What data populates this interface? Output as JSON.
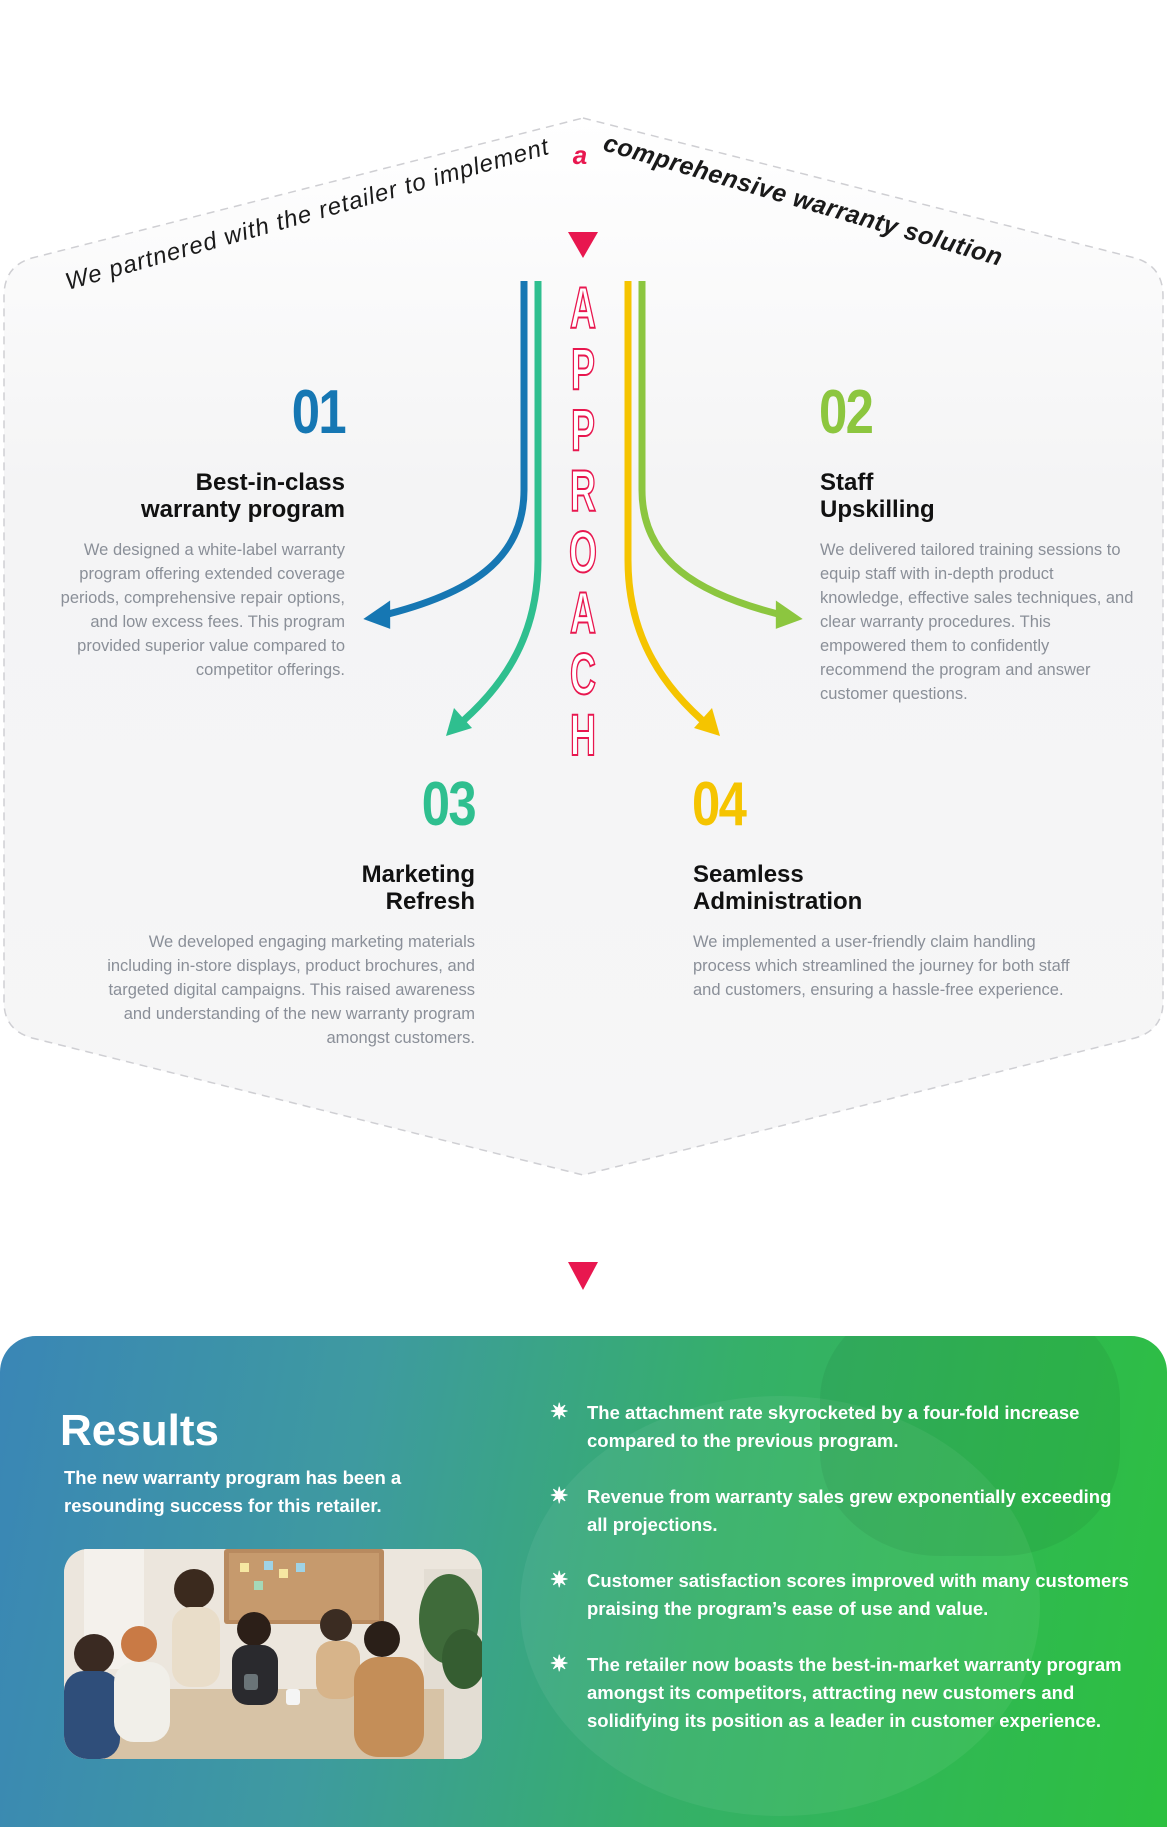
{
  "header": {
    "curved_text_left": "We partnered with the retailer to implement",
    "curved_text_accent": "a",
    "curved_text_right": "comprehensive warranty solution",
    "center_word": "APPROACH"
  },
  "steps": [
    {
      "number": "01",
      "title": "Best-in-class\nwarranty program",
      "description": "We designed a white-label warranty program offering extended coverage periods, comprehensive repair options, and low excess fees. This program provided superior value compared to competitor offerings.",
      "color": "#1677b3"
    },
    {
      "number": "02",
      "title": "Staff\nUpskilling",
      "description": "We delivered tailored training sessions to equip staff with in-depth product knowledge, effective sales techniques, and clear warranty procedures. This empowered them to confidently recommend the program and answer customer questions.",
      "color": "#8cc63f"
    },
    {
      "number": "03",
      "title": "Marketing\nRefresh",
      "description": "We developed engaging marketing materials including in-store displays, product brochures, and targeted digital campaigns. This raised awareness and understanding of the new warranty program amongst customers.",
      "color": "#2fbf8f"
    },
    {
      "number": "04",
      "title": "Seamless\nAdministration",
      "description": "We implemented a user-friendly claim handling process which streamlined the journey for both staff and customers, ensuring a hassle-free experience.",
      "color": "#f5c400"
    }
  ],
  "results": {
    "title": "Results",
    "subtitle": "The new warranty program has been a resounding success for this retailer.",
    "bullets": [
      "The attachment rate skyrocketed by a four-fold increase compared to the previous program.",
      "Revenue from warranty sales grew exponentially exceeding all projections.",
      "Customer satisfaction scores improved with many customers praising the program’s ease of use and value.",
      "The retailer now boasts the best-in-market warranty program amongst its competitors, attracting new customers and solidifying its position as a leader in customer experience."
    ],
    "bullet_icon": "sparkle-icon",
    "photo": "team-meeting-photo"
  },
  "colors": {
    "accent_red": "#e8174f",
    "accent_orange": "#f26a3a",
    "blue": "#1677b3",
    "teal": "#2fbf8f",
    "yellow": "#f5c400",
    "lime": "#8cc63f"
  }
}
